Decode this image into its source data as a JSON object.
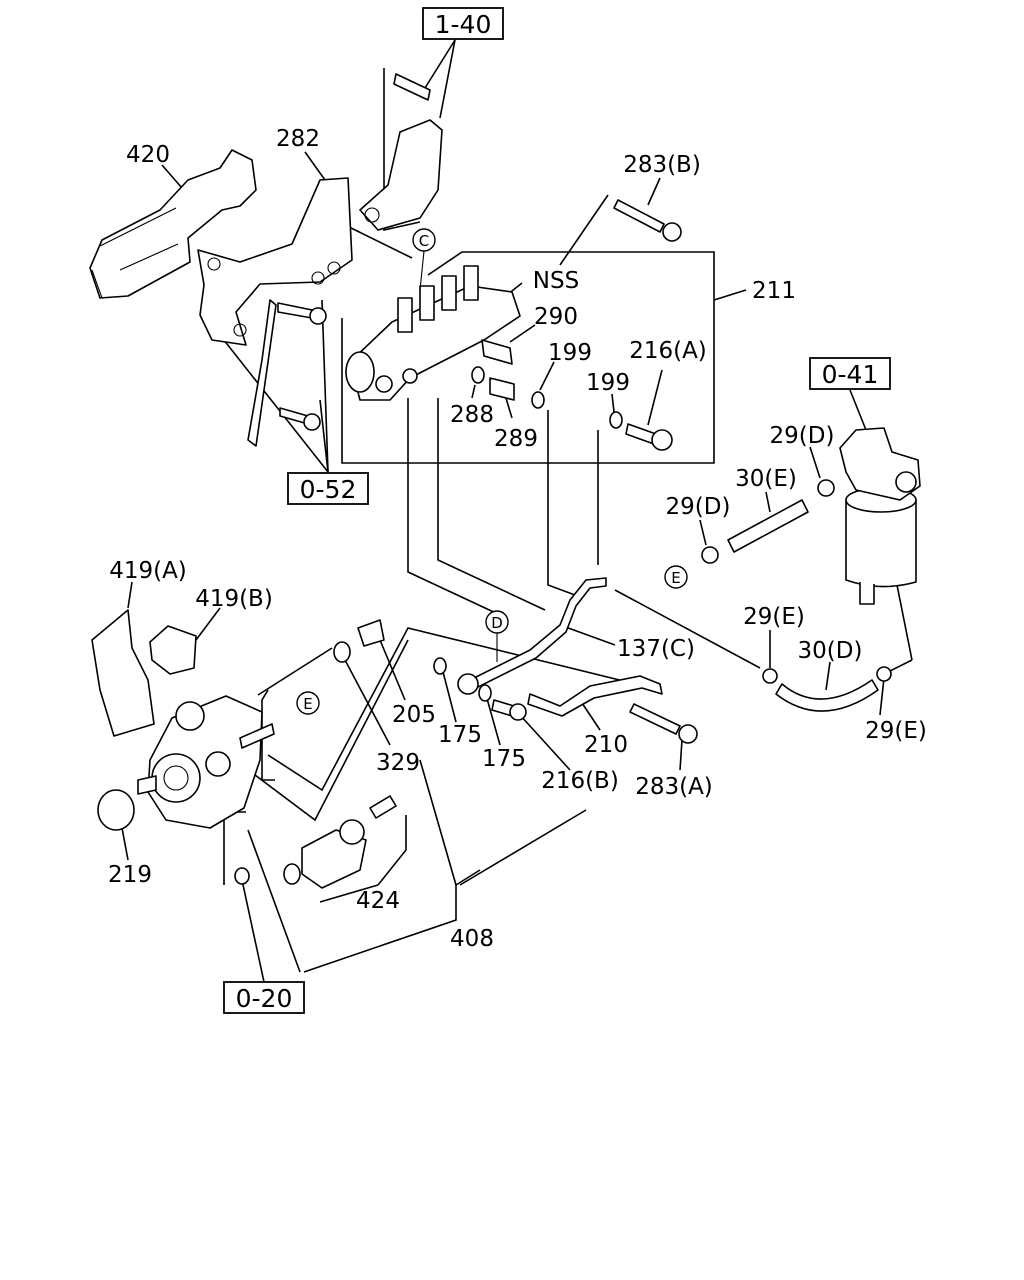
{
  "ref_boxes": [
    {
      "id": "ref-1-40",
      "text": "1-40"
    },
    {
      "id": "ref-0-52",
      "text": "0-52"
    },
    {
      "id": "ref-0-41",
      "text": "0-41"
    },
    {
      "id": "ref-0-20",
      "text": "0-20"
    }
  ],
  "circle_labels": [
    {
      "id": "c-top",
      "text": "C"
    },
    {
      "id": "d-mid",
      "text": "D"
    },
    {
      "id": "e-filter",
      "text": "E"
    },
    {
      "id": "e-pump",
      "text": "E"
    }
  ],
  "part_labels": [
    {
      "id": "p420",
      "text": "420"
    },
    {
      "id": "p282",
      "text": "282"
    },
    {
      "id": "p283b",
      "text": "283(B)"
    },
    {
      "id": "pnss",
      "text": "NSS"
    },
    {
      "id": "p211",
      "text": "211"
    },
    {
      "id": "p290",
      "text": "290"
    },
    {
      "id": "p199a",
      "text": "199"
    },
    {
      "id": "p216a",
      "text": "216(A)"
    },
    {
      "id": "p199b",
      "text": "199"
    },
    {
      "id": "p288",
      "text": "288"
    },
    {
      "id": "p289",
      "text": "289"
    },
    {
      "id": "p29d1",
      "text": "29(D)"
    },
    {
      "id": "p30e",
      "text": "30(E)"
    },
    {
      "id": "p29d2",
      "text": "29(D)"
    },
    {
      "id": "p419a",
      "text": "419(A)"
    },
    {
      "id": "p419b",
      "text": "419(B)"
    },
    {
      "id": "p29e1",
      "text": "29(E)"
    },
    {
      "id": "p30d",
      "text": "30(D)"
    },
    {
      "id": "p137c",
      "text": "137(C)"
    },
    {
      "id": "p29e2",
      "text": "29(E)"
    },
    {
      "id": "p205",
      "text": "205"
    },
    {
      "id": "p175a",
      "text": "175"
    },
    {
      "id": "p175b",
      "text": "175"
    },
    {
      "id": "p210",
      "text": "210"
    },
    {
      "id": "p329",
      "text": "329"
    },
    {
      "id": "p216b",
      "text": "216(B)"
    },
    {
      "id": "p283a",
      "text": "283(A)"
    },
    {
      "id": "p219",
      "text": "219"
    },
    {
      "id": "p424",
      "text": "424"
    },
    {
      "id": "p408",
      "text": "408"
    }
  ]
}
